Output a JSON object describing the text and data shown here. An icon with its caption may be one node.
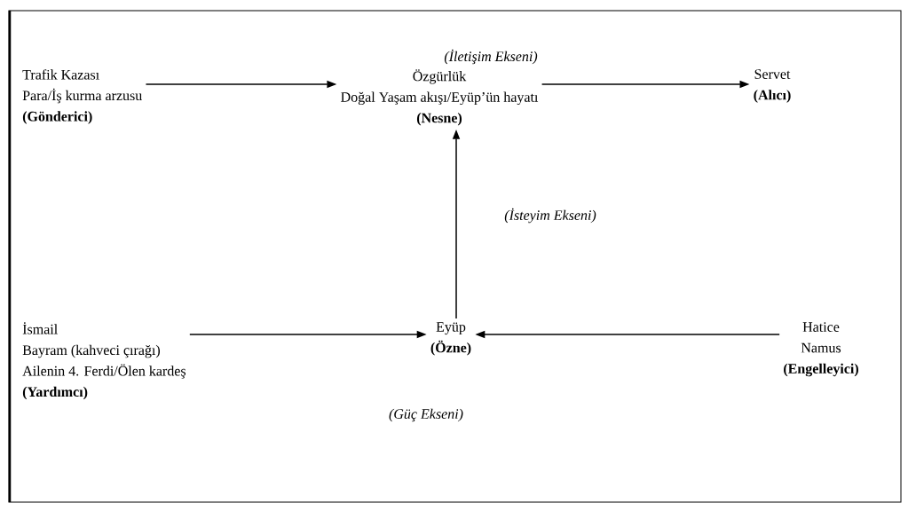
{
  "diagram": {
    "nodes": [
      {
        "text": [
          "Trafik Kazası",
          "Para/İş kurma arzusu",
          "(Gönderici)"
        ]
      },
      {
        "text": [
          "Özgürlük",
          "Doğal Yaşam akışı/Eyüp’ün hayatı",
          "(Nesne)"
        ],
        "beside": [
          "(İletişim Ekseni)"
        ]
      },
      {
        "text": [
          "Servet",
          "(Alıcı)"
        ]
      },
      {
        "text": [
          "İsmail",
          "Bayram (kahveci çırağı)",
          "Ailenin 4. Ferdi/Ölen kardeş",
          "(Yardımcı)"
        ]
      },
      {
        "text": [
          "Eyüp",
          "(Özne)"
        ],
        "beside": [
          "(Güç Ekseni)"
        ]
      },
      {
        "text": [
          "Hatice",
          "Namus",
          "(Engelleyici)"
        ]
      }
    ],
    "edges": [
      {
        "from": 0,
        "to": 1,
        "arrow": "to"
      },
      {
        "from": 1,
        "to": 2,
        "arrow": "to"
      },
      {
        "from": 4,
        "to": 1,
        "arrow": "to",
        "label": "(İsteyim Ekseni)"
      },
      {
        "from": 3,
        "to": 4,
        "arrow": "to"
      },
      {
        "from": 5,
        "to": 4,
        "arrow": "to"
      }
    ]
  }
}
